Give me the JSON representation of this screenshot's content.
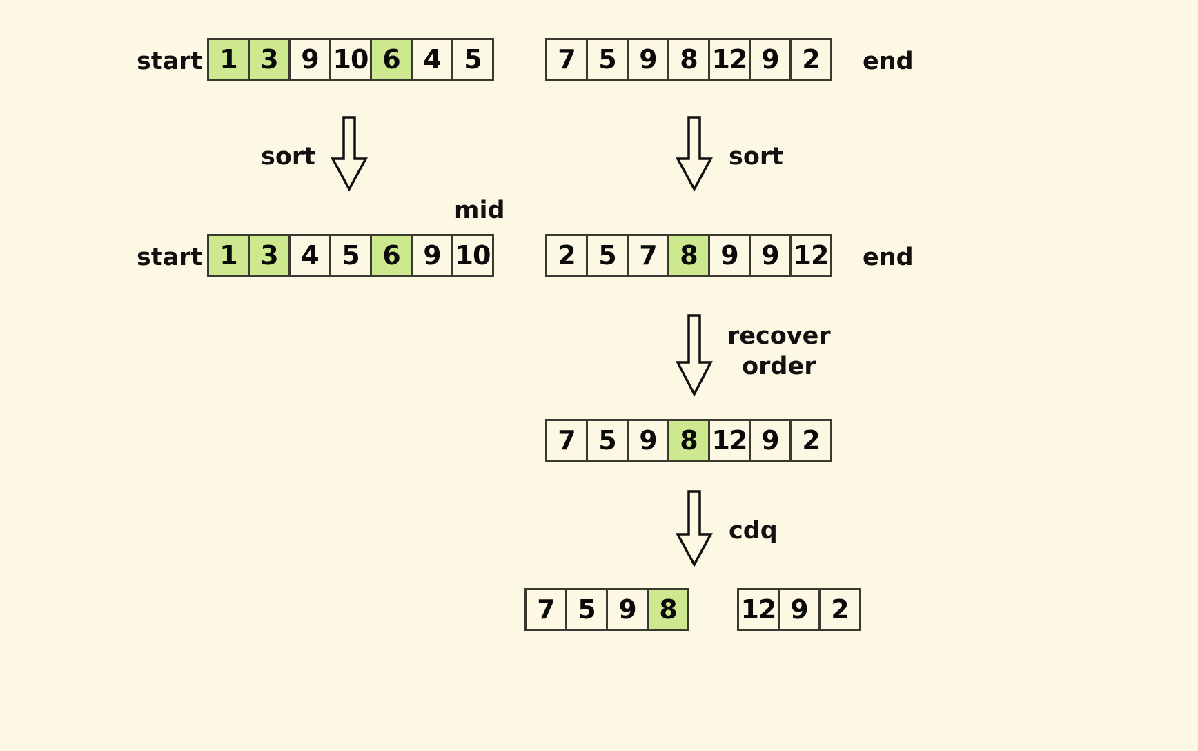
{
  "diagram": {
    "title": "CDQ divide and conquer array sorting steps",
    "background_color": "#fdf8e4",
    "highlight_color": "#cde88e",
    "border_color": "#3a3a32"
  },
  "labels": {
    "start": "start",
    "end": "end",
    "mid": "mid",
    "sort": "sort",
    "recover_order_line1": "recover",
    "recover_order_line2": "order",
    "cdq": "cdq"
  },
  "rows": {
    "row1_left": {
      "label_left": "start",
      "values": [
        "1",
        "3",
        "9",
        "10",
        "6",
        "4",
        "5"
      ],
      "highlight": [
        true,
        true,
        false,
        false,
        true,
        false,
        false
      ]
    },
    "row1_right": {
      "label_right": "end",
      "values": [
        "7",
        "5",
        "9",
        "8",
        "12",
        "9",
        "2"
      ],
      "highlight": [
        false,
        false,
        false,
        false,
        false,
        false,
        false
      ]
    },
    "row2_left": {
      "label_left": "start",
      "label_top": "mid",
      "values": [
        "1",
        "3",
        "4",
        "5",
        "6",
        "9",
        "10"
      ],
      "highlight": [
        true,
        true,
        false,
        false,
        true,
        false,
        false
      ]
    },
    "row2_right": {
      "label_right": "end",
      "values": [
        "2",
        "5",
        "7",
        "8",
        "9",
        "9",
        "12"
      ],
      "highlight": [
        false,
        false,
        false,
        true,
        false,
        false,
        false
      ]
    },
    "row3": {
      "values": [
        "7",
        "5",
        "9",
        "8",
        "12",
        "9",
        "2"
      ],
      "highlight": [
        false,
        false,
        false,
        true,
        false,
        false,
        false
      ]
    },
    "row4_left": {
      "values": [
        "7",
        "5",
        "9",
        "8"
      ],
      "highlight": [
        false,
        false,
        false,
        true
      ]
    },
    "row4_right": {
      "values": [
        "12",
        "9",
        "2"
      ],
      "highlight": [
        false,
        false,
        false
      ]
    }
  },
  "arrows": [
    {
      "name": "sort-left",
      "label": "sort"
    },
    {
      "name": "sort-right",
      "label": "sort"
    },
    {
      "name": "recover-order",
      "label": "recover order"
    },
    {
      "name": "cdq",
      "label": "cdq"
    }
  ]
}
